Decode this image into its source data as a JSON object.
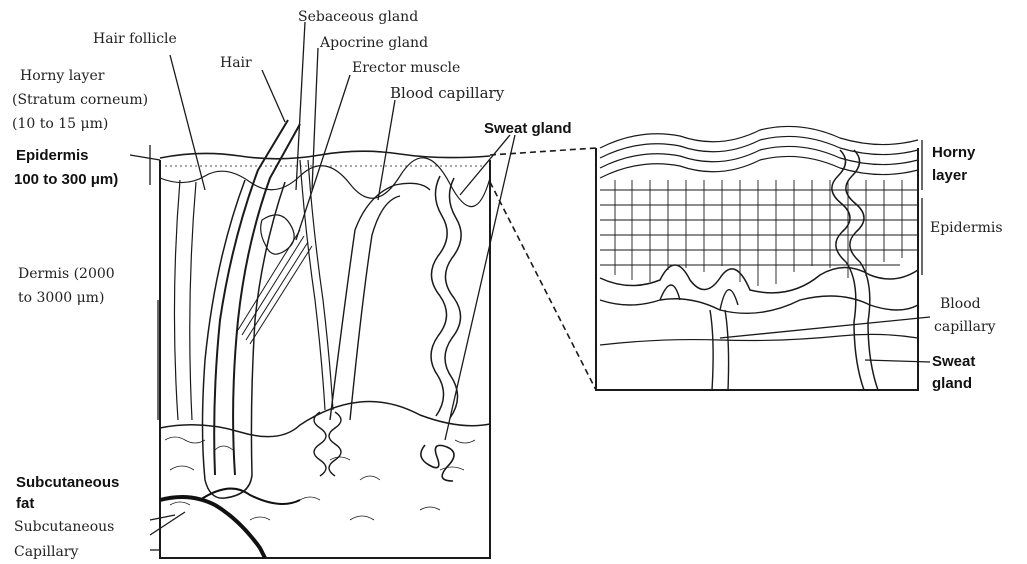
{
  "labels": {
    "hair_follicle": "Hair follicle",
    "hair": "Hair",
    "sebaceous_gland": "Sebaceous gland",
    "apocrine_gland": "Apocrine gland",
    "erector_muscle": "Erector muscle",
    "blood_capillary": "Blood capillary",
    "horny_layer_1": "Horny layer",
    "horny_layer_2": "(Stratum corneum)",
    "horny_layer_3": "(10 to 15 μm)",
    "epidermis": "Epidermis",
    "epidermis_thickness": "100 to 300 μm)",
    "dermis_1": "Dermis (2000",
    "dermis_2": "to 3000 μm)",
    "sweat_gland": "Sweat gland",
    "subcutaneous_fat_1": "Subcutaneous",
    "subcutaneous_fat_2": "fat",
    "subcutaneous_cap_1": "Subcutaneous",
    "subcutaneous_cap_2": "Capillary"
  },
  "detail_labels": {
    "horny_1": "Horny",
    "horny_2": "layer",
    "epidermis": "Epidermis",
    "blood_1": "Blood",
    "blood_2": "capillary",
    "sweat_1": "Sweat",
    "sweat_2": "gland"
  }
}
